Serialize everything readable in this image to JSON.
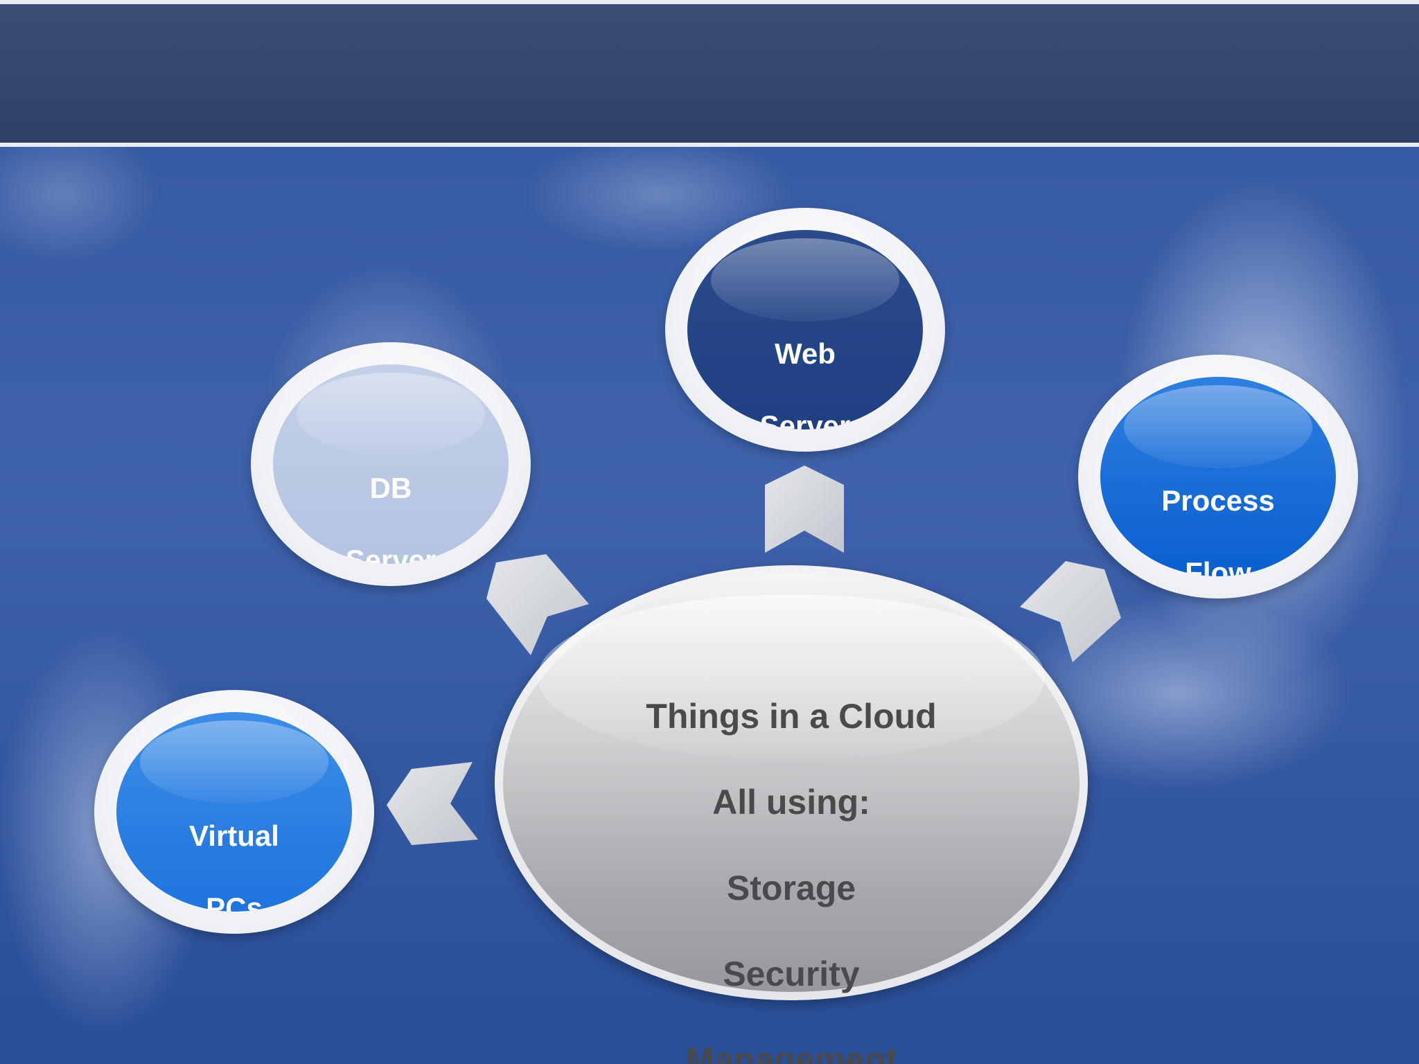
{
  "slide": {
    "title": ""
  },
  "diagram": {
    "center": {
      "lines": [
        "Things in a Cloud",
        "All using:",
        "Storage",
        "Security",
        "Management"
      ]
    },
    "nodes": {
      "web": {
        "line1": "Web",
        "line2": "Server"
      },
      "db": {
        "line1": "DB",
        "line2": "Server"
      },
      "process": {
        "line1": "Process",
        "line2": "Flow"
      },
      "virtual": {
        "line1": "Virtual",
        "line2": "PCs"
      }
    }
  },
  "colors": {
    "sky": "#3f62ab",
    "title_band": "#34466c",
    "web_fill": "#23458a",
    "db_fill": "#bcc9e6",
    "process_fill": "#0a63d4",
    "virtual_fill": "#2a80e2",
    "center_fill": "#b9b9bc",
    "center_text": "#4a4a4c",
    "arrow": "#d3d5d9"
  }
}
